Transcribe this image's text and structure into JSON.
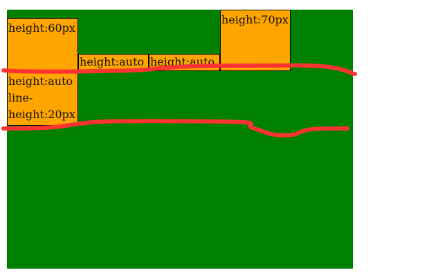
{
  "boxes": {
    "box1": "height:60px",
    "box2": "height:auto",
    "box3": "height:auto",
    "box4": "height:70px",
    "box5_line1": "height:auto",
    "box5_line2": "line-",
    "box5_line3": "height:20px"
  },
  "colors": {
    "container": "#008000",
    "box": "#ffa500",
    "annotation": "#ff3333"
  }
}
